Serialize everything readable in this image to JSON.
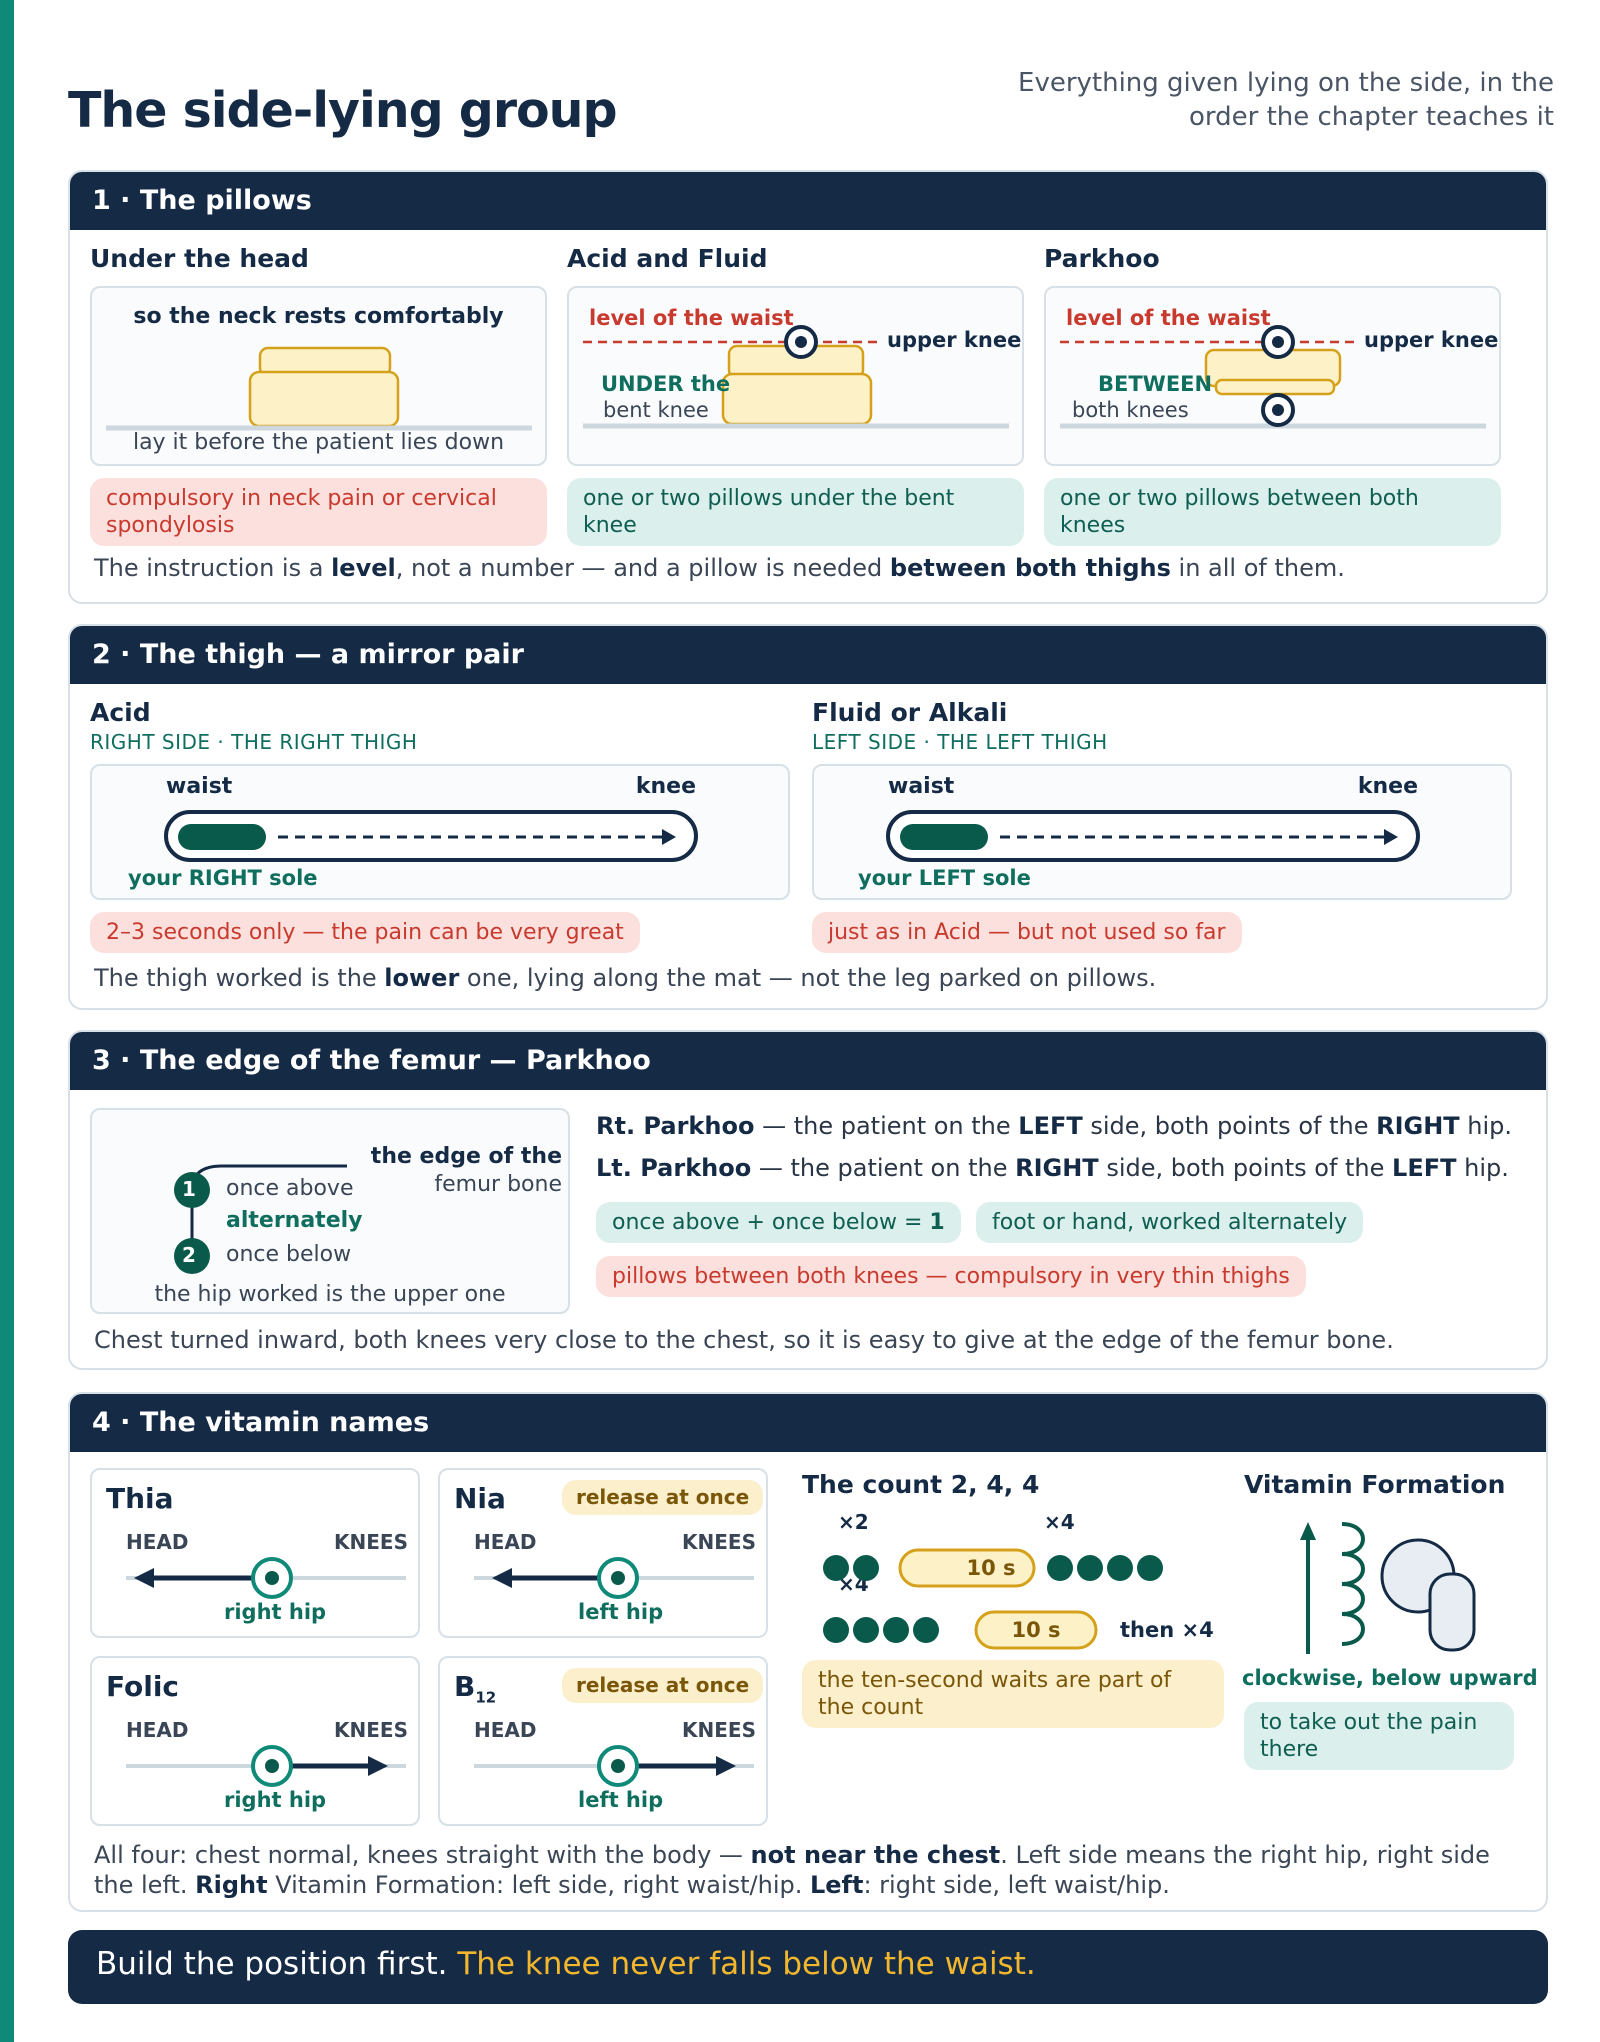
{
  "header": {
    "title": "The side-lying group",
    "subtitle": "Everything given lying on the side, in the order the chapter teaches it"
  },
  "colors": {
    "navy": "#152a45",
    "teal": "#0f6e5e",
    "red": "#c93a2e",
    "amber": "#f3b72e"
  },
  "sec1": {
    "heading": "1 · The pillows",
    "head_col": {
      "title": "Under the head",
      "caption": "so the neck rests comfortably",
      "footer": "lay it before the patient lies down",
      "pill": "compulsory in neck pain or cervical spondylosis"
    },
    "acid_col": {
      "title": "Acid and Fluid",
      "level": "level of the waist",
      "upper": "upper knee",
      "under_bold": "UNDER the",
      "under_rest": "bent knee",
      "pill": "one or two pillows under the bent knee"
    },
    "park_col": {
      "title": "Parkhoo",
      "level": "level of the waist",
      "upper": "upper knee",
      "between_bold": "BETWEEN",
      "between_rest": "both knees",
      "pill": "one or two pillows between both knees"
    },
    "note": {
      "p1": "The instruction is a ",
      "b1": "level",
      "p2": ", not a number — and a pillow is needed ",
      "b2": "between both thighs",
      "p3": " in all of them."
    }
  },
  "sec2": {
    "heading": "2 · The thigh — a mirror pair",
    "acid": {
      "title": "Acid",
      "sub": "RIGHT SIDE · THE RIGHT THIGH",
      "waist": "waist",
      "knee": "knee",
      "sole": "your RIGHT sole",
      "pill": "2–3 seconds only — the pain can be very great"
    },
    "fluid": {
      "title": "Fluid or Alkali",
      "sub": "LEFT SIDE · THE LEFT THIGH",
      "waist": "waist",
      "knee": "knee",
      "sole": "your LEFT sole",
      "pill": "just as in Acid — but not used so far"
    },
    "note": {
      "p1": "The thigh worked is the ",
      "b1": "lower",
      "p2": " one, lying along the mat — not the leg parked on pillows."
    }
  },
  "sec3": {
    "heading": "3 · The edge of the femur — Parkhoo",
    "diagram": {
      "n1": "1",
      "n2": "2",
      "above": "once above",
      "alt": "alternately",
      "below": "once below",
      "edge1": "the edge of the",
      "edge2": "femur bone",
      "footer": "the hip worked is the upper one"
    },
    "rt": {
      "name": "Rt. Parkhoo",
      "t1": " — the patient on the ",
      "side": "LEFT",
      "t2": " side, both points of the ",
      "hip": "RIGHT",
      "t3": " hip."
    },
    "lt": {
      "name": "Lt. Parkhoo",
      "t1": " — the patient on the ",
      "side": "RIGHT",
      "t2": " side, both points of the ",
      "hip": "LEFT",
      "t3": " hip."
    },
    "pill_count_text": "once above + once below = ",
    "pill_count_num": "1",
    "pill_foot": "foot or hand, worked alternately",
    "pill_thin": "pillows between both knees — compulsory in very thin thighs",
    "note": "Chest turned inward, both knees very close to the chest, so it is easy to give at the edge of the femur bone."
  },
  "sec4": {
    "heading": "4 · The vitamin names",
    "thia": {
      "name": "Thia",
      "head": "HEAD",
      "knees": "KNEES",
      "hip": "right hip"
    },
    "nia": {
      "name": "Nia",
      "badge": "release at once",
      "head": "HEAD",
      "knees": "KNEES",
      "hip": "left hip"
    },
    "folic": {
      "name": "Folic",
      "head": "HEAD",
      "knees": "KNEES",
      "hip": "right hip"
    },
    "b12": {
      "name": "B",
      "sub": "12",
      "badge": "release at once",
      "head": "HEAD",
      "knees": "KNEES",
      "hip": "left hip"
    },
    "count": {
      "title": "The count 2, 4, 4",
      "x2": "×2",
      "x4a": "×4",
      "x4b": "×4",
      "wait1": "10 s",
      "wait2": "10 s",
      "then": "then ×4",
      "pill": "the ten-second waits are part of the count"
    },
    "formation": {
      "title": "Vitamin Formation",
      "caption": "clockwise, below upward",
      "pill": "to take out the pain there"
    },
    "note": {
      "p1": "All four: chest normal, knees straight with the body — ",
      "b1": "not near the chest",
      "p2": ". Left side means the right hip, right side the left. ",
      "b2": "Right",
      "p3": " Vitamin Formation: left side, right waist/hip. ",
      "b3": "Left",
      "p4": ": right side, left waist/hip."
    }
  },
  "banner": {
    "text": "Build the position first. ",
    "highlight": "The knee never falls below the waist."
  }
}
